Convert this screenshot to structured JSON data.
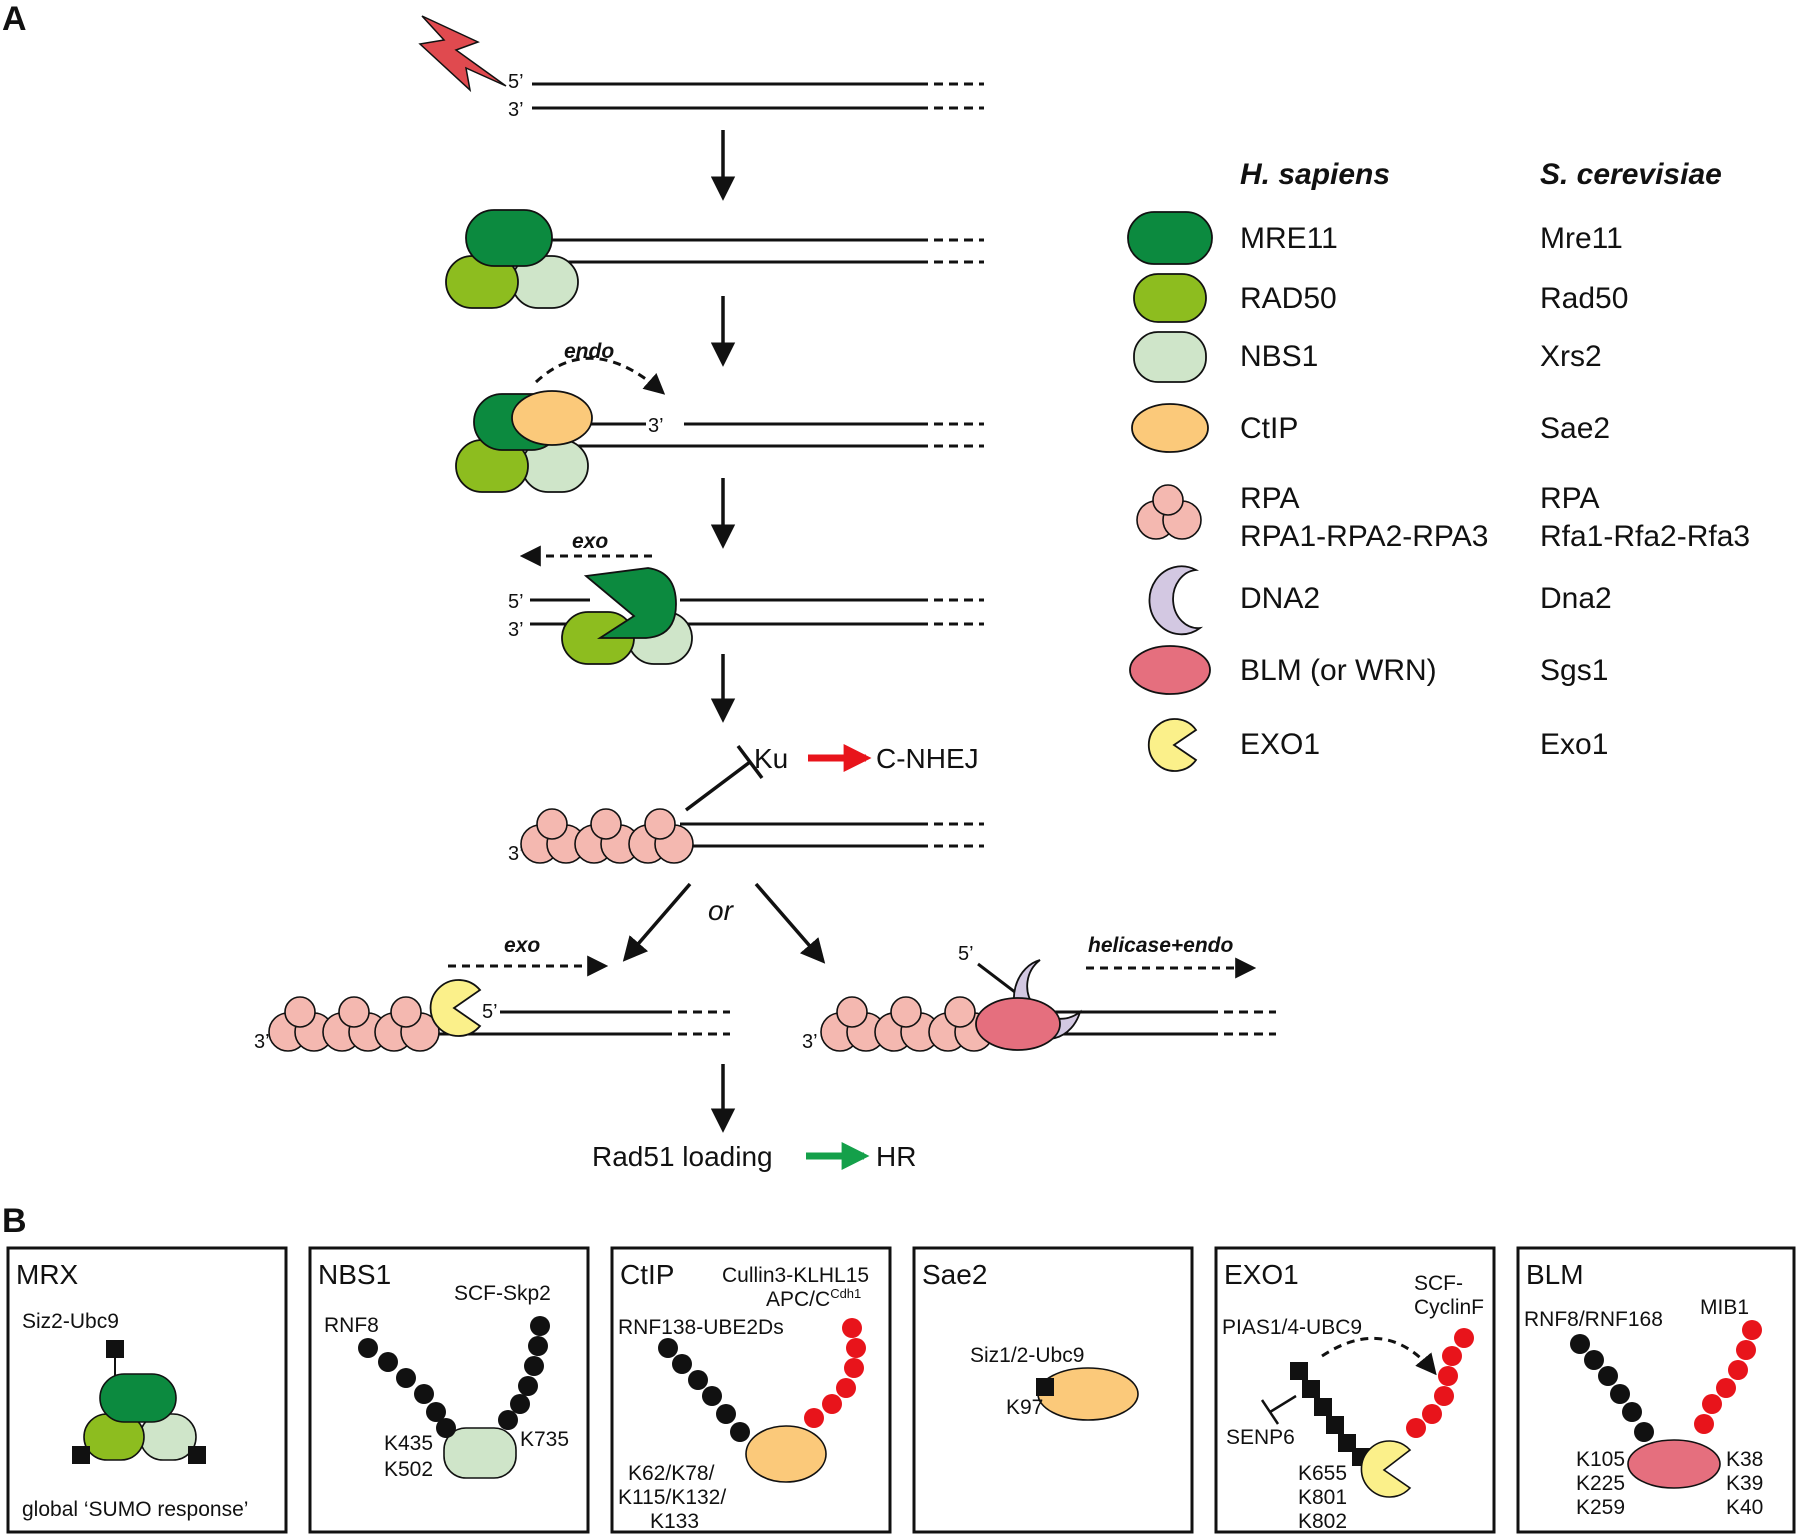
{
  "panels": {
    "a": "A",
    "b": "B"
  },
  "ends": {
    "five": "5’",
    "three": "3’"
  },
  "activities": {
    "endo": "endo",
    "exo": "exo",
    "helicase_endo": "helicase+endo"
  },
  "or": "or",
  "ku": "Ku",
  "cnhej": "C-NHEJ",
  "rad51": "Rad51 loading",
  "hr": "HR",
  "legend": {
    "col_human": "H. sapiens",
    "col_yeast": "S. cerevisiae",
    "rows": [
      {
        "human": "MRE11",
        "yeast": "Mre11",
        "color": "#0c8a3f"
      },
      {
        "human": "RAD50",
        "yeast": "Rad50",
        "color": "#8dbd1f"
      },
      {
        "human": "NBS1",
        "yeast": "Xrs2",
        "color": "#cfe5c9"
      },
      {
        "human": "CtIP",
        "yeast": "Sae2",
        "color": "#fbc97a"
      },
      {
        "human": "RPA",
        "human2": "RPA1-RPA2-RPA3",
        "yeast": "RPA",
        "yeast2": "Rfa1-Rfa2-Rfa3",
        "color": "#f4b8b0"
      },
      {
        "human": "DNA2",
        "yeast": "Dna2",
        "color": "#d3c8e2"
      },
      {
        "human": "BLM (or WRN)",
        "yeast": "Sgs1",
        "color": "#e56f7e"
      },
      {
        "human": "EXO1",
        "yeast": "Exo1",
        "color": "#fbf08a"
      }
    ]
  },
  "boxes": [
    {
      "title": "MRX",
      "e3": "Siz2-Ubc9",
      "note": "global ‘SUMO response’"
    },
    {
      "title": "NBS1",
      "e3_left": "RNF8",
      "e3_right": "SCF-Skp2",
      "sites_left": [
        "K435",
        "K502"
      ],
      "sites_right": [
        "K735"
      ]
    },
    {
      "title": "CtIP",
      "e3_left": "RNF138-UBE2Ds",
      "e3_right1": "Cullin3-KLHL15",
      "e3_right2": "APC/C",
      "e3_right2_sup": "Cdh1",
      "sites": [
        "K62/K78/",
        "K115/K132/",
        "K133"
      ]
    },
    {
      "title": "Sae2",
      "e3": "Siz1/2-Ubc9",
      "sites": [
        "K97"
      ]
    },
    {
      "title": "EXO1",
      "e3_left": "PIAS1/4-UBC9",
      "e3_right1": "SCF-",
      "e3_right2": "CyclinF",
      "inhibitor": "SENP6",
      "sites": [
        "K655",
        "K801",
        "K802"
      ]
    },
    {
      "title": "BLM",
      "e3_left": "RNF8/RNF168",
      "e3_right": "MIB1",
      "sites_left": [
        "K105",
        "K225",
        "K259"
      ],
      "sites_right": [
        "K38",
        "K39",
        "K40"
      ]
    }
  ],
  "colors": {
    "mre11": "#0c8a3f",
    "rad50": "#8dbd1f",
    "nbs1": "#cfe5c9",
    "ctip": "#fbc97a",
    "rpa": "#f4b8b0",
    "dna2": "#d3c8e2",
    "blm": "#e56f7e",
    "exo1": "#fbf08a",
    "bolt": "#e04a4f",
    "ubiquitin_red": "#e8141b",
    "arrow_red": "#e8141b",
    "arrow_green": "#14a04a"
  }
}
